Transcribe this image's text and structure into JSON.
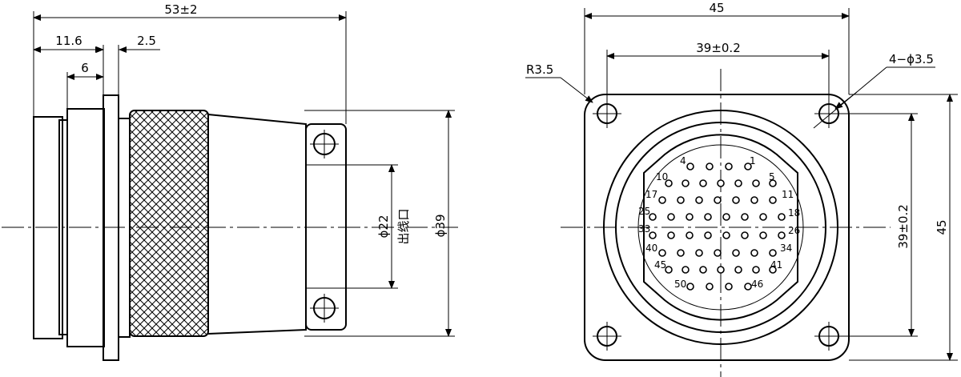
{
  "side_view": {
    "overall_length": "53±2",
    "dim_11_6": "11.6",
    "dim_2_5": "2.5",
    "dim_6": "6",
    "outlet_dia": "ϕ22",
    "outlet_label": "出线口",
    "body_dia": "ϕ39"
  },
  "front_view": {
    "width": "45",
    "hole_spacing_h": "39±0.2",
    "corner_radius": "R3.5",
    "holes": "4−ϕ3.5",
    "hole_spacing_v": "39±0.2",
    "height": "45"
  },
  "pins": {
    "labels": [
      "4",
      "1",
      "10",
      "5",
      "17",
      "11",
      "25",
      "18",
      "33",
      "26",
      "40",
      "34",
      "45",
      "41",
      "50",
      "46"
    ]
  }
}
